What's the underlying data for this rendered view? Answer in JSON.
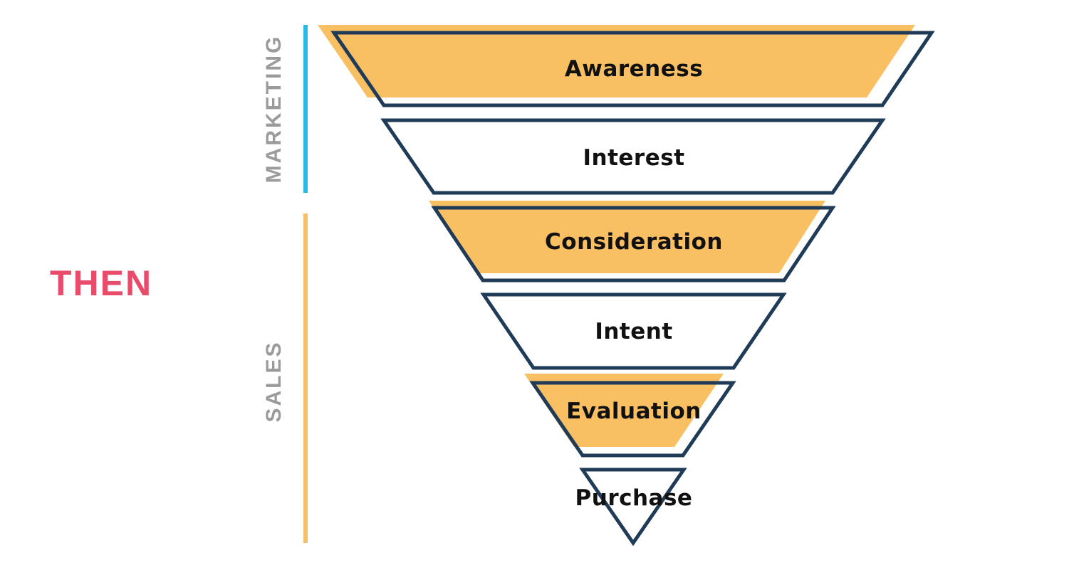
{
  "colors": {
    "accent_orange": "#F8BF63",
    "outline_navy": "#1F3B57",
    "marketing_blue": "#29B9E8",
    "sales_orange": "#F6BE66",
    "side_text_gray": "#9B9B9B",
    "then_pink": "#E94B6A"
  },
  "heading": "THEN",
  "groups": {
    "marketing": "MARKETING",
    "sales": "SALES"
  },
  "stages": [
    {
      "label": "Awareness",
      "highlighted": true
    },
    {
      "label": "Interest",
      "highlighted": false
    },
    {
      "label": "Consideration",
      "highlighted": true
    },
    {
      "label": "Intent",
      "highlighted": false
    },
    {
      "label": "Evaluation",
      "highlighted": true
    },
    {
      "label": "Purchase",
      "highlighted": false
    }
  ]
}
